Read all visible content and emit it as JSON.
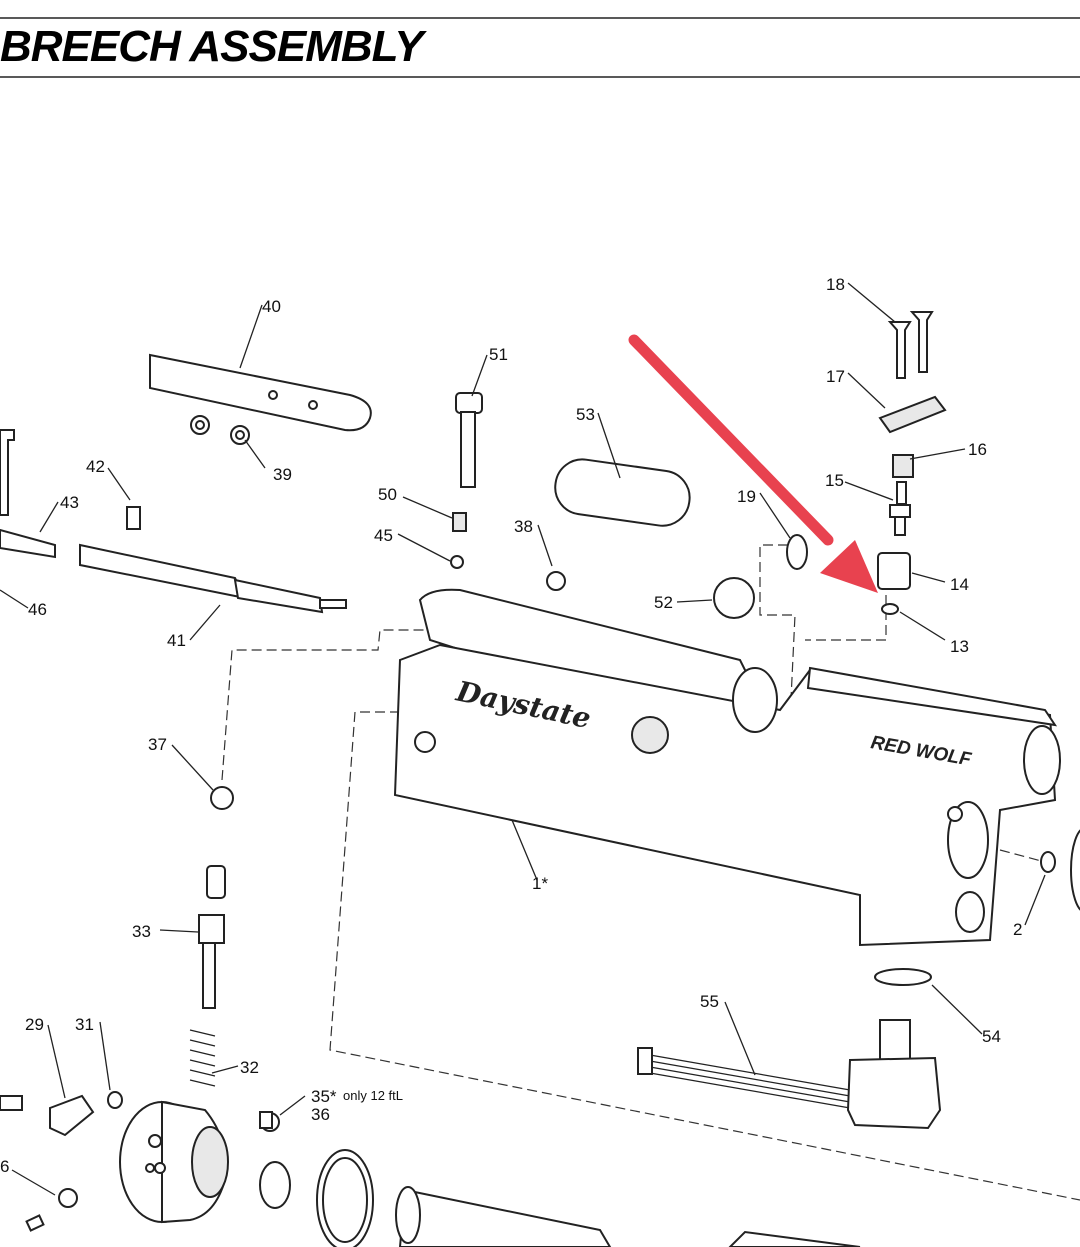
{
  "title": "BREECH ASSEMBLY",
  "brand_text": "Daystate",
  "model_text": "RED WOLF",
  "arrow_color": "#e8424f",
  "callouts": {
    "c1": "1*",
    "c2": "2",
    "c6": "6",
    "c13": "13",
    "c14": "14",
    "c15": "15",
    "c16": "16",
    "c17": "17",
    "c18": "18",
    "c19": "19",
    "c29": "29",
    "c31": "31",
    "c32": "32",
    "c33": "33",
    "c35": "35*",
    "c35_note": "only 12 ftL",
    "c36": "36",
    "c37": "37",
    "c38": "38",
    "c39": "39",
    "c40": "40",
    "c41": "41",
    "c42": "42",
    "c43": "43",
    "c45": "45",
    "c46": "46",
    "c50": "50",
    "c51": "51",
    "c52": "52",
    "c53": "53",
    "c54": "54",
    "c55": "55"
  }
}
